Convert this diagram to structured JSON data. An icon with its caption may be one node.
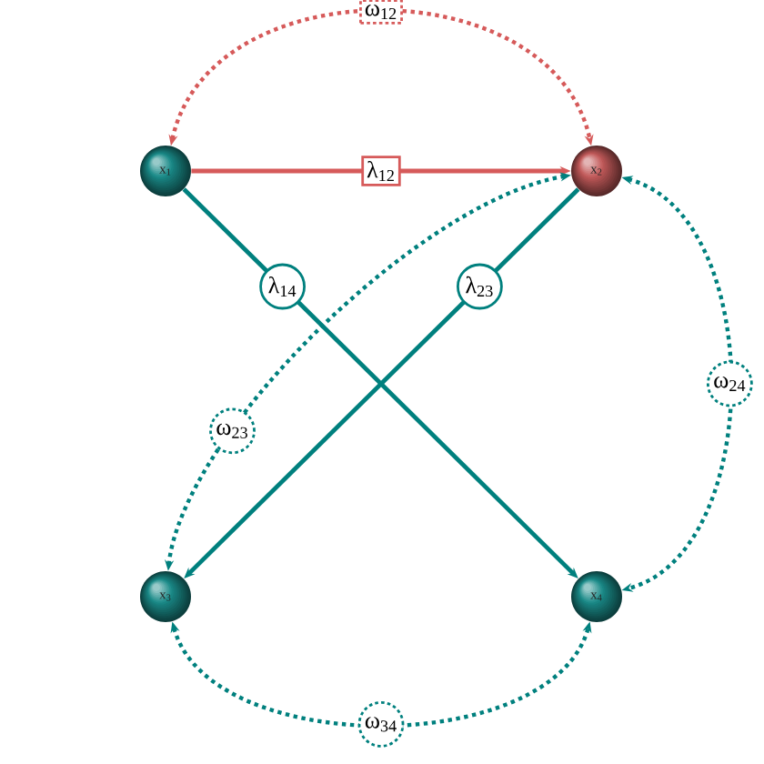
{
  "diagram": {
    "nodes": [
      {
        "text": [
          "x$_{1}$"
        ]
      },
      {
        "text": [
          "x$_{2}$"
        ]
      },
      {
        "text": [
          "x$_{3}$"
        ]
      },
      {
        "text": [
          "x$_{4}$"
        ]
      }
    ],
    "edges": [
      {
        "from": 0,
        "to": 1,
        "arrow": "to",
        "label": "λ$_{12}$",
        "color": "#d65a5a"
      },
      {
        "from": 0,
        "to": 3,
        "arrow": "to",
        "label": "λ$_{14}$"
      },
      {
        "from": 1,
        "to": 2,
        "arrow": "to",
        "label": "λ$_{23}$"
      },
      {
        "from": 0,
        "to": 1,
        "arrow": "both",
        "label": "ω$_{12}$",
        "style": "dashed",
        "color": "#d65a5a"
      },
      {
        "from": 1,
        "to": 2,
        "arrow": "both",
        "label": "ω$_{23}$",
        "style": "dashed"
      },
      {
        "from": 1,
        "to": 3,
        "arrow": "both",
        "label": "ω$_{24}$",
        "style": "dashed"
      },
      {
        "from": 2,
        "to": 3,
        "arrow": "both",
        "label": "ω$_{34}$",
        "style": "dashed"
      }
    ]
  }
}
